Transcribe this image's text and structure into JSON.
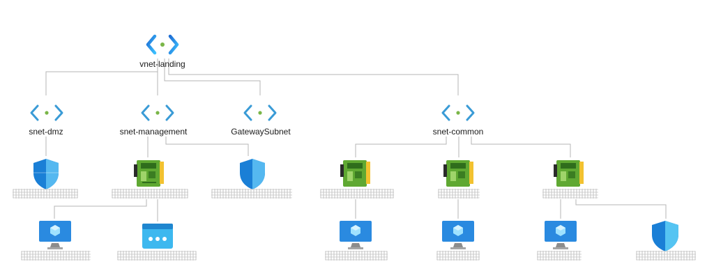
{
  "diagram": {
    "root": {
      "label": "vnet-landing",
      "icon": "vnet-icon"
    },
    "subnets": [
      {
        "label": "snet-dmz",
        "icon": "subnet-icon"
      },
      {
        "label": "snet-management",
        "icon": "subnet-icon"
      },
      {
        "label": "GatewaySubnet",
        "icon": "subnet-icon"
      },
      {
        "label": "snet-common",
        "icon": "subnet-icon"
      }
    ],
    "resources": [
      {
        "icon": "network-security-group-icon"
      },
      {
        "icon": "network-interface-icon"
      },
      {
        "icon": "network-security-group-icon"
      },
      {
        "icon": "network-interface-icon"
      },
      {
        "icon": "network-interface-icon"
      },
      {
        "icon": "network-interface-icon"
      },
      {
        "icon": "virtual-machine-icon"
      },
      {
        "icon": "app-service-icon"
      },
      {
        "icon": "virtual-machine-icon"
      },
      {
        "icon": "virtual-machine-icon"
      },
      {
        "icon": "virtual-machine-icon"
      },
      {
        "icon": "network-security-group-icon"
      }
    ],
    "colors": {
      "vnet_blue": "#2d7fd3",
      "subnet_blue": "#3aa0d6",
      "dot_green": "#7ab648",
      "shield_blue": "#1a7fd6",
      "nic_green": "#5fa832",
      "connector_gray": "#b0b0b0"
    }
  }
}
